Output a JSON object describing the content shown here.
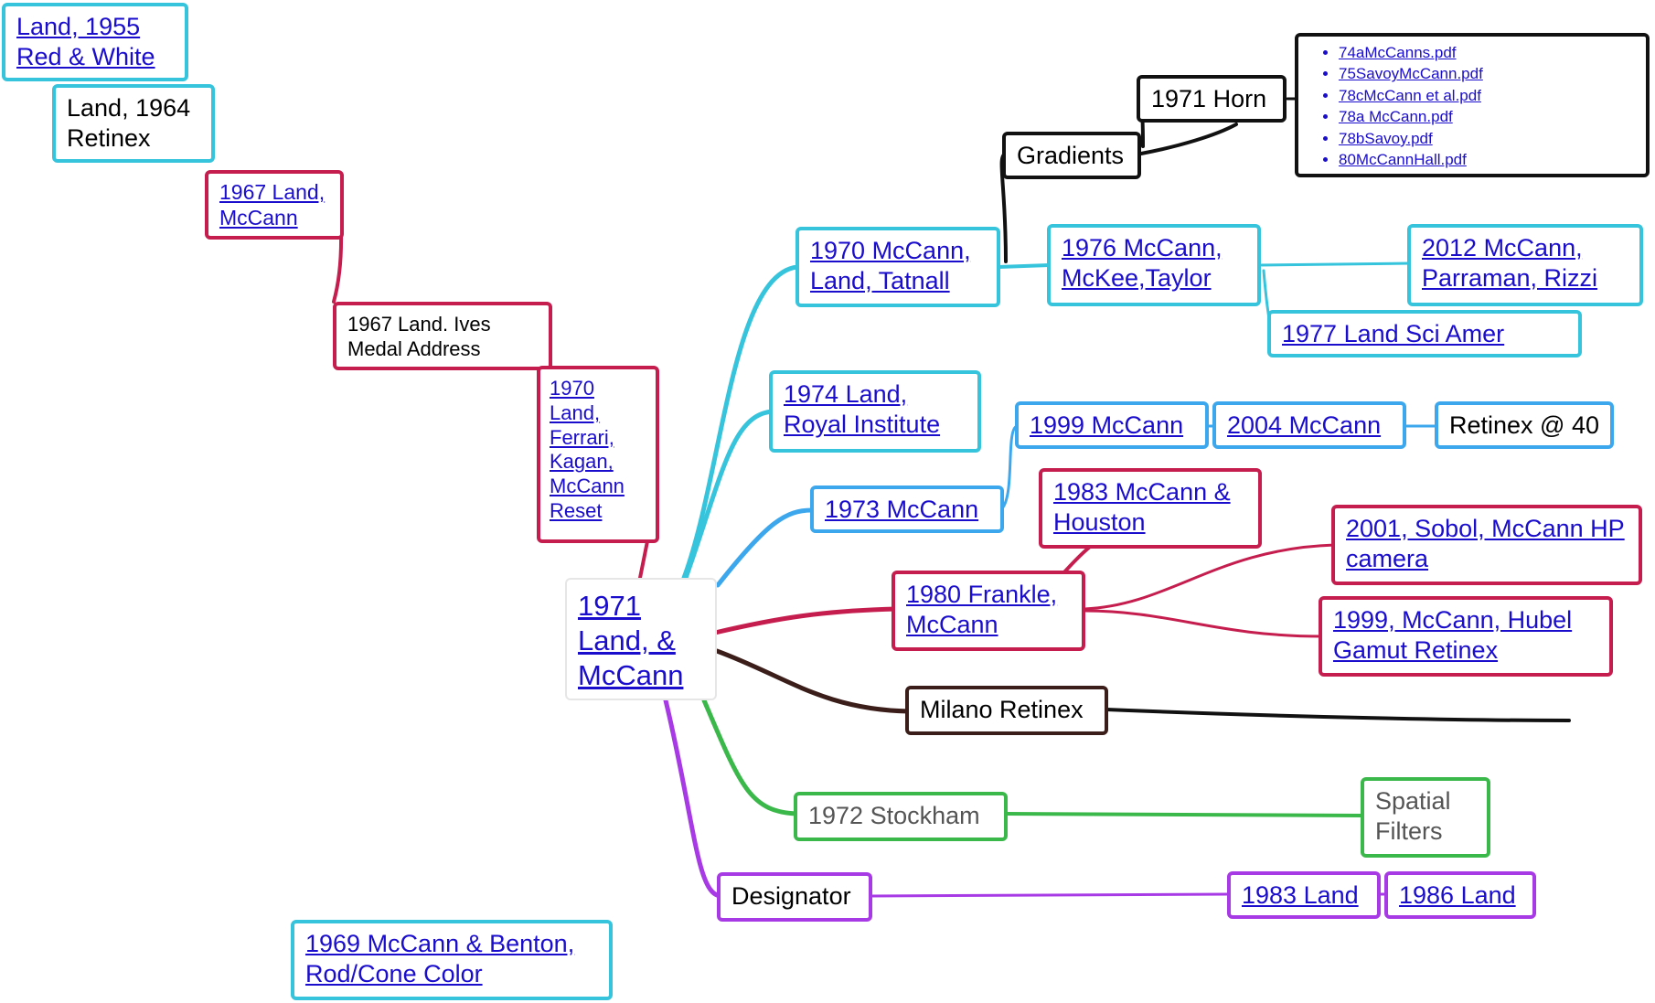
{
  "root": {
    "label": "1971 Land, & McCann"
  },
  "nodes": {
    "land1955": "Land, 1955 Red & White",
    "land1964": "Land, 1964 Retinex",
    "land1967": "1967 Land, McCann",
    "ives1967": "1967 Land. Ives Medal Address",
    "reset1970": "1970 Land, Ferrari, Kagan, McCann Reset",
    "benton1969": "1969 McCann & Benton, Rod/Cone Color",
    "tatnall1970": "1970 McCann, Land, Tatnall",
    "gradients": "Gradients",
    "horn1971": "1971 Horn",
    "mckee1976": "1976 McCann, McKee,Taylor",
    "parraman2012": "2012 McCann, Parraman, Rizzi",
    "sciamer1977": "1977 Land Sci Amer",
    "royal1974": "1974 Land, Royal Institute",
    "mccann1973": "1973 McCann",
    "mccann1999": "1999 McCann",
    "mccann2004": "2004 McCann",
    "retinex40": "Retinex @ 40",
    "houston1983": "1983 McCann & Houston",
    "frankle1980": "1980 Frankle, McCann",
    "sobol2001": "2001, Sobol, McCann HP camera",
    "hubel1999": "1999, McCann, Hubel Gamut Retinex",
    "milano": "Milano Retinex",
    "stockham1972": "1972 Stockham",
    "spatial": "Spatial Filters",
    "designator": "Designator",
    "land1983": "1983 Land",
    "land1986": "1986 Land"
  },
  "files": [
    "74aMcCanns.pdf",
    "75SavoyMcCann.pdf",
    "78cMcCann et al.pdf",
    "78a McCann.pdf",
    "78bSavoy.pdf",
    "80McCannHall.pdf"
  ],
  "colors": {
    "cyan": "#35c4dc",
    "blue": "#3ca7ec",
    "red": "#c51d4e",
    "black": "#111111",
    "brown": "#3b1e1a",
    "green": "#3bb84a",
    "purple": "#a83ae6",
    "link": "#1a0dcc"
  }
}
